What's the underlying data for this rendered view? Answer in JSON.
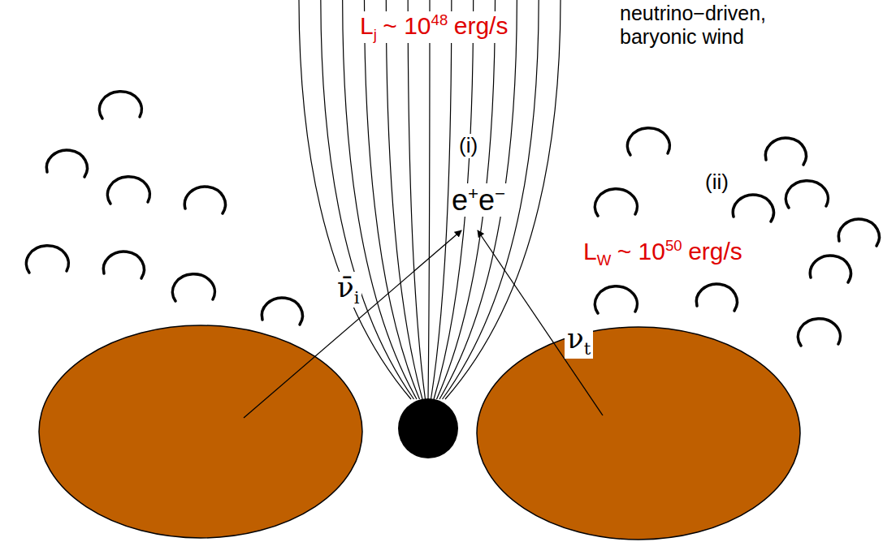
{
  "diagram": {
    "labels": [
      "L",
      "j",
      "~ 10",
      "48",
      "erg/s",
      "neutrino−driven, baryonic wind",
      "(i)",
      "e",
      "+",
      "e",
      "−",
      "ν̄",
      "i",
      "ν",
      "t",
      "(ii)",
      "L",
      "W",
      "~ 10",
      "50",
      "erg/s"
    ]
  }
}
